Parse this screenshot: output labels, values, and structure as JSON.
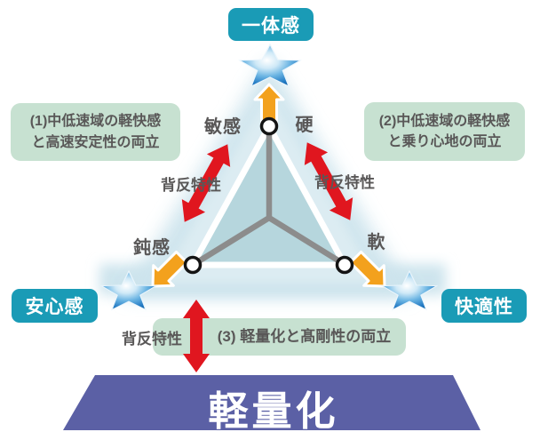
{
  "nodes": {
    "top": "一体感",
    "bottom_left": "安心感",
    "bottom_right": "快適性"
  },
  "triangle_axis_labels": {
    "top_left": "敏感",
    "top_right": "硬",
    "bottom_left": "鈍感",
    "bottom_right": "軟"
  },
  "tradeoff": {
    "left": "背反特性",
    "right": "背反特性",
    "bottom": "背反特性"
  },
  "notes": {
    "n1_line1": "(1)中低速域の軽快感",
    "n1_line2": "と高速安定性の両立",
    "n2_line1": "(2)中低速域の軽快感",
    "n2_line2": "と乗り心地の両立",
    "n3": "(3) 軽量化と髙剛性の両立"
  },
  "base_label": "軽量化",
  "colors": {
    "node_teal": "#1a9bb6",
    "note_green": "#c7e1d1",
    "tradeoff_red": "#e0161f",
    "arrow_orange": "#f3a11d",
    "triangle_fill": "#b6d6dd",
    "spoke_gray": "#8c8c8c",
    "star_blue": "#1f77c2",
    "base_purple": "#5b60a5",
    "text_gray": "#595757"
  }
}
